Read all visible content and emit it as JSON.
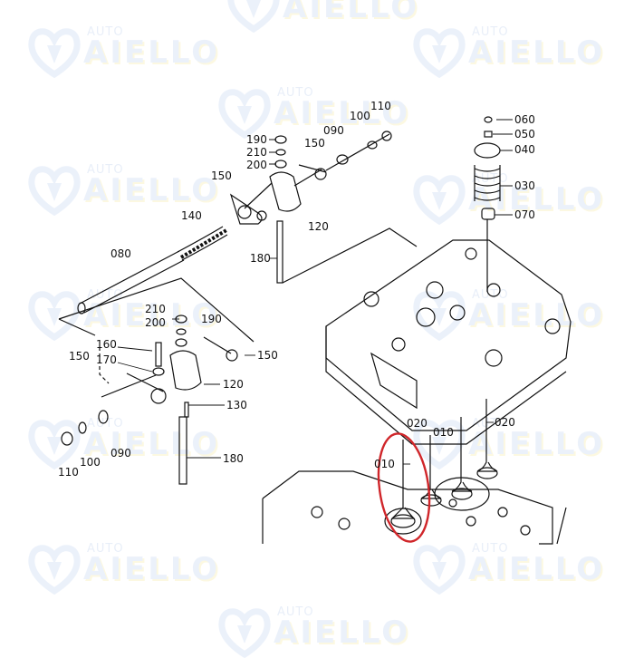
{
  "watermark": {
    "top_text": "AUTO",
    "brand": "AIELLO",
    "positions": [
      [
        250,
        -22
      ],
      [
        30,
        28
      ],
      [
        455,
        28
      ],
      [
        240,
        95
      ],
      [
        30,
        180
      ],
      [
        455,
        190
      ],
      [
        30,
        318
      ],
      [
        455,
        318
      ],
      [
        30,
        460
      ],
      [
        455,
        460
      ],
      [
        30,
        598
      ],
      [
        455,
        598
      ],
      [
        240,
        668
      ]
    ]
  },
  "labels": {
    "p190a": "190",
    "p210a": "210",
    "p200a": "200",
    "p150a": "150",
    "p090a": "090",
    "p100a": "100",
    "p110a": "110",
    "p150b": "150",
    "p140": "140",
    "p120a": "120",
    "p080": "080",
    "p180a": "180",
    "p060": "060",
    "p050": "050",
    "p040": "040",
    "p030": "030",
    "p070": "070",
    "p210b": "210",
    "p200b": "200",
    "p190b": "190",
    "p160": "160",
    "p150c": "150",
    "p170": "170",
    "p150d": "150",
    "p120b": "120",
    "p130": "130",
    "p180b": "180",
    "p090b": "090",
    "p100b": "100",
    "p110b": "110",
    "p020a": "020",
    "p010a": "010",
    "p020b": "020",
    "p010b": "010"
  },
  "highlight": {
    "color": "#d0262a",
    "target": "010"
  }
}
